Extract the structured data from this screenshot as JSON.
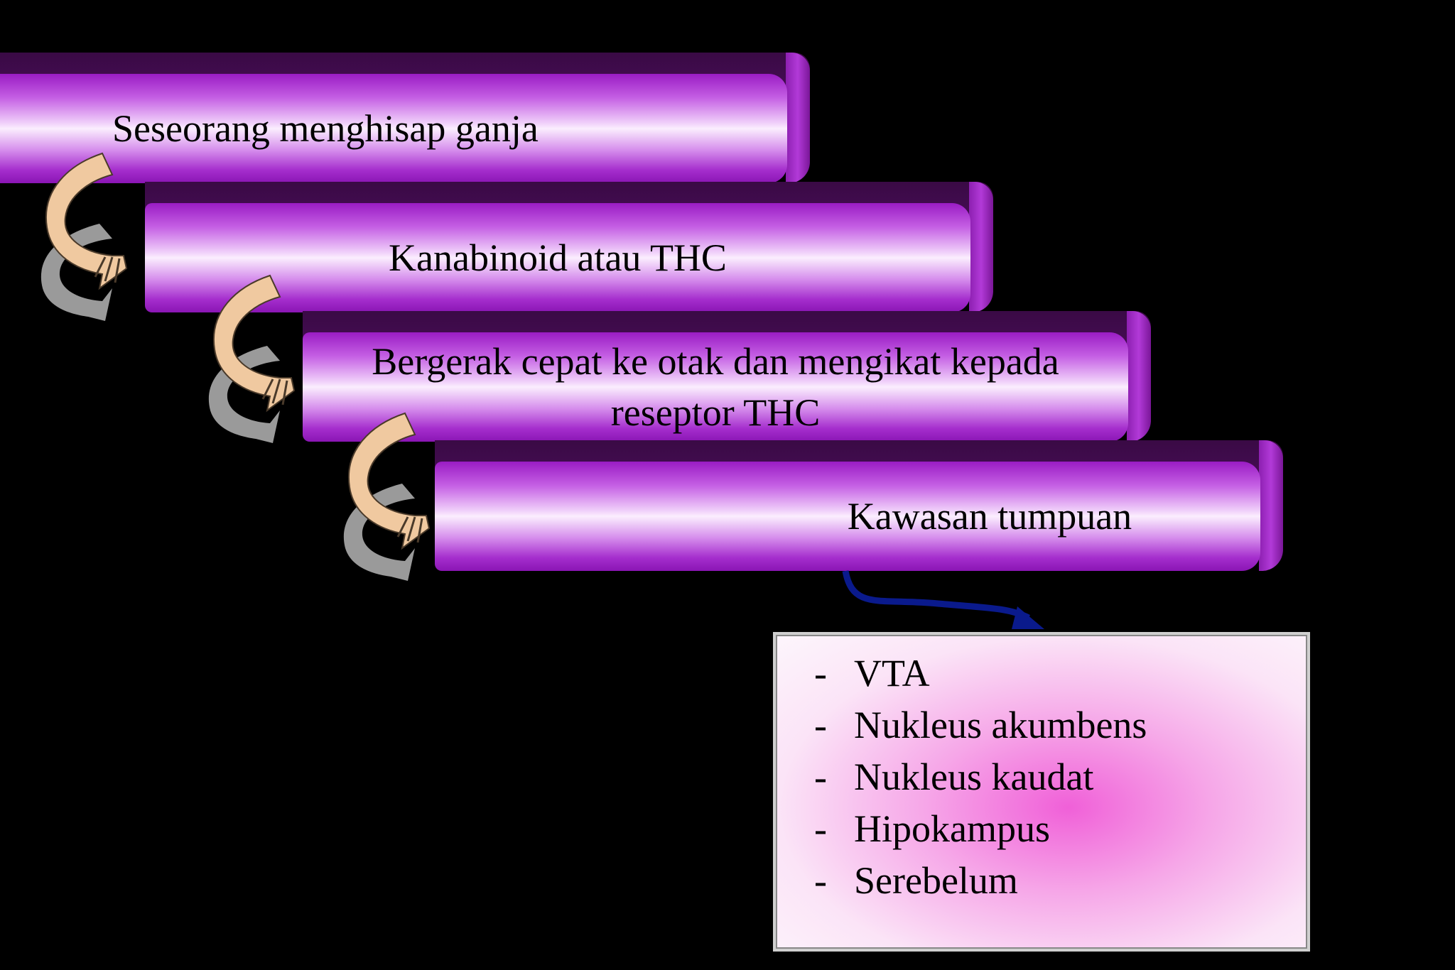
{
  "steps": [
    {
      "label": "Seseorang menghisap ganja"
    },
    {
      "label": "Kanabinoid atau THC"
    },
    {
      "label": "Bergerak cepat ke otak dan mengikat kepada reseptor THC"
    },
    {
      "label": "Kawasan tumpuan"
    }
  ],
  "regions": {
    "bullet": "-",
    "items": [
      "VTA",
      "Nukleus akumbens",
      "Nukleus kaudat",
      "Hipokampus",
      "Serebelum"
    ]
  },
  "colors": {
    "background": "#000000",
    "bar": "#c560e4",
    "arrow_light": "#f0c9a0",
    "arrow_shadow": "#9a9a9a",
    "connector": "#0a1a8c"
  }
}
